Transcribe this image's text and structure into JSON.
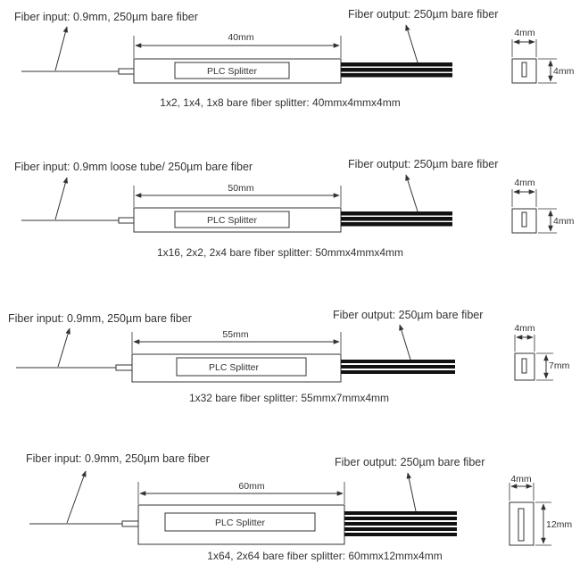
{
  "colors": {
    "stroke": "#333333",
    "text": "#333333",
    "ribbon": "#111111",
    "background": "#ffffff"
  },
  "specs": [
    {
      "input_label": "Fiber input: 0.9mm, 250µm bare fiber",
      "output_label": "Fiber output: 250µm bare fiber",
      "length_label": "40mm",
      "chip_label": "PLC Splitter",
      "caption": "1x2, 1x4, 1x8 bare fiber splitter: 40mmx4mmx4mm",
      "end_width_label": "4mm",
      "end_height_label": "4mm"
    },
    {
      "input_label": "Fiber input: 0.9mm loose tube/ 250µm bare fiber",
      "output_label": "Fiber output: 250µm bare fiber",
      "length_label": "50mm",
      "chip_label": "PLC Splitter",
      "caption": "1x16, 2x2, 2x4 bare fiber splitter: 50mmx4mmx4mm",
      "end_width_label": "4mm",
      "end_height_label": "4mm"
    },
    {
      "input_label": "Fiber input: 0.9mm, 250µm bare fiber",
      "output_label": "Fiber output: 250µm bare fiber",
      "length_label": "55mm",
      "chip_label": "PLC Splitter",
      "caption": "1x32 bare fiber splitter: 55mmx7mmx4mm",
      "end_width_label": "4mm",
      "end_height_label": "7mm"
    },
    {
      "input_label": "Fiber input: 0.9mm, 250µm bare fiber",
      "output_label": "Fiber output: 250µm bare fiber",
      "length_label": "60mm",
      "chip_label": "PLC Splitter",
      "caption": "1x64, 2x64 bare fiber splitter: 60mmx12mmx4mm",
      "end_width_label": "4mm",
      "end_height_label": "12mm"
    }
  ]
}
